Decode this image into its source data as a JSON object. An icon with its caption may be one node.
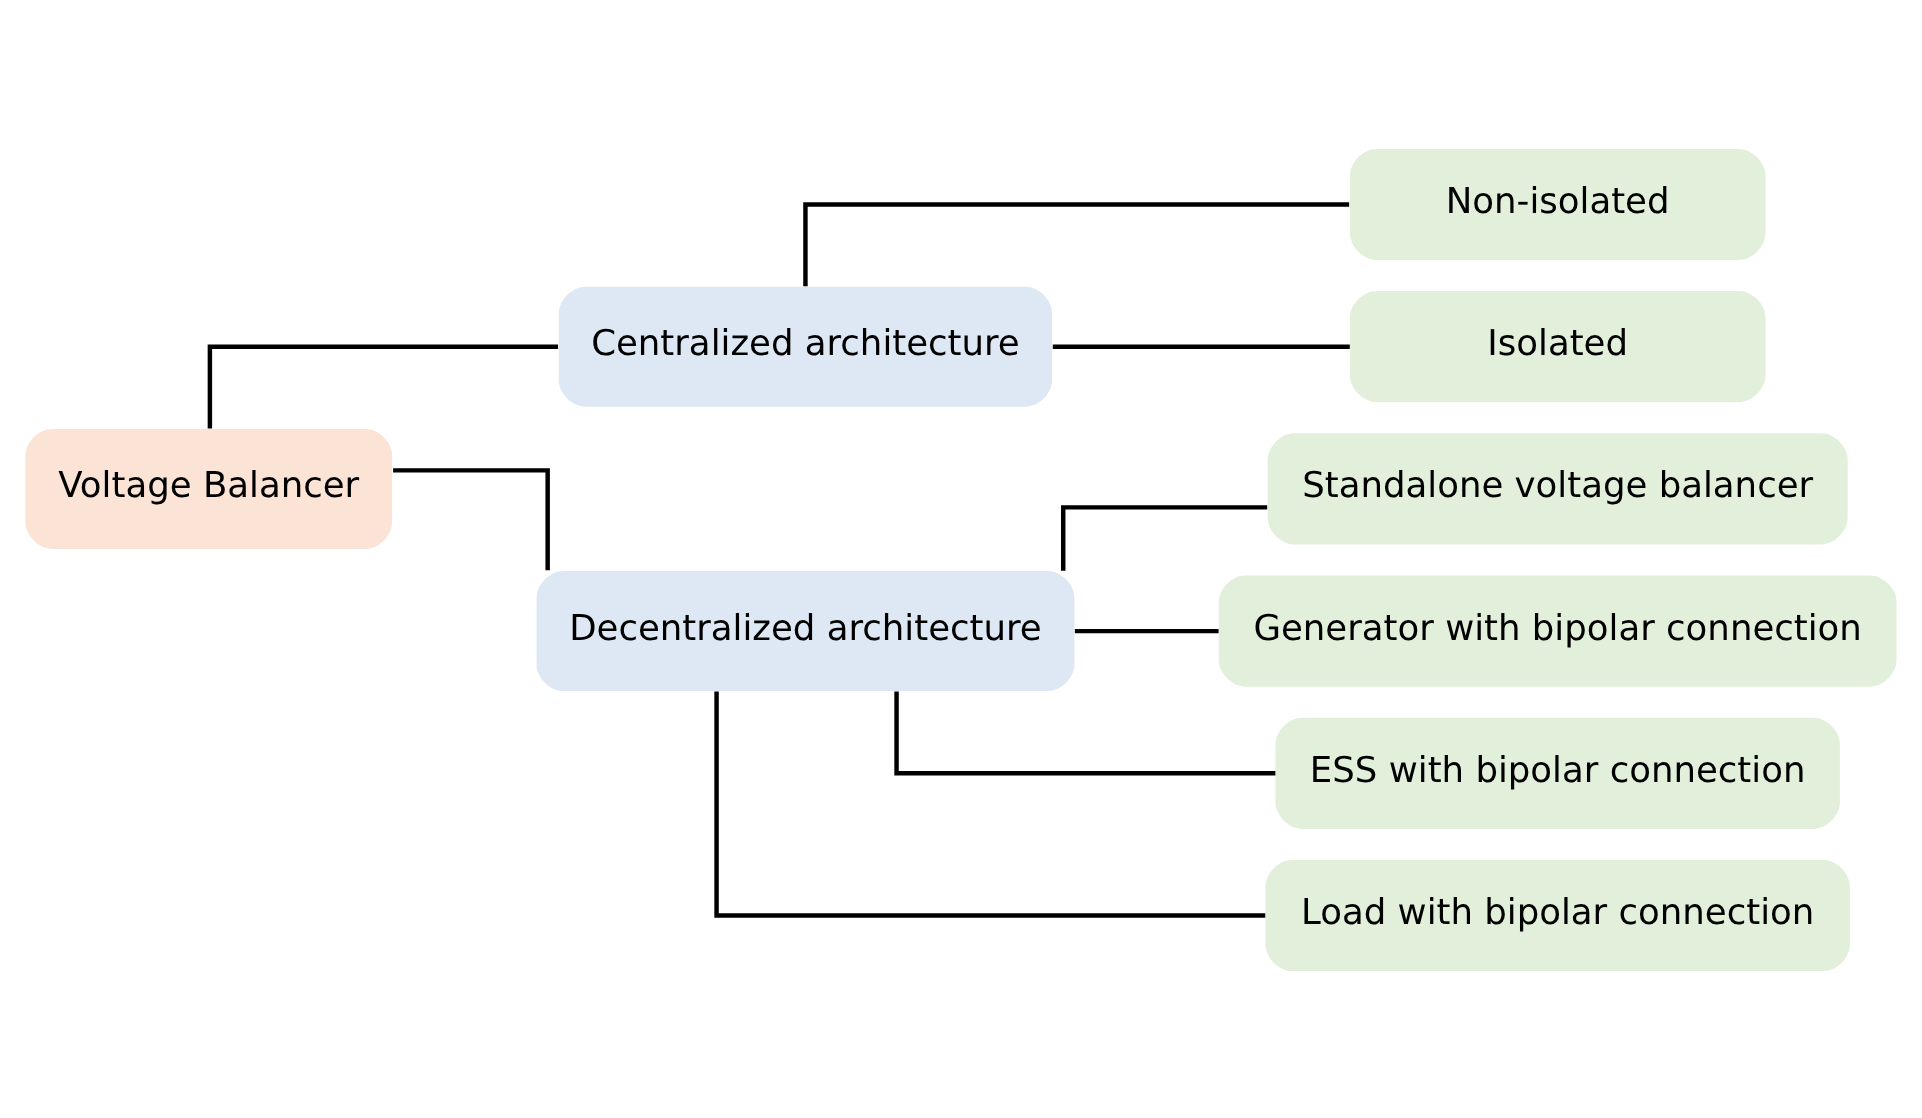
{
  "diagram": {
    "nodes": [
      {
        "text": [
          "Voltage Balancer"
        ]
      },
      {
        "text": [
          "Centralized architecture"
        ]
      },
      {
        "text": [
          "Decentralized architecture"
        ]
      },
      {
        "text": [
          "Non-isolated"
        ]
      },
      {
        "text": [
          "Isolated"
        ]
      },
      {
        "text": [
          "Standalone voltage balancer"
        ]
      },
      {
        "text": [
          "Generator with bipolar connection"
        ]
      },
      {
        "text": [
          "ESS with bipolar connection"
        ]
      },
      {
        "text": [
          "Load with bipolar connection"
        ]
      }
    ],
    "edges": [
      {
        "from": 0,
        "to": 1,
        "arrow": "none"
      },
      {
        "from": 0,
        "to": 2,
        "arrow": "none"
      },
      {
        "from": 1,
        "to": 3,
        "arrow": "none"
      },
      {
        "from": 1,
        "to": 4,
        "arrow": "none"
      },
      {
        "from": 2,
        "to": 5,
        "arrow": "none"
      },
      {
        "from": 2,
        "to": 6,
        "arrow": "none"
      },
      {
        "from": 2,
        "to": 7,
        "arrow": "none"
      },
      {
        "from": 2,
        "to": 8,
        "arrow": "none"
      }
    ]
  }
}
